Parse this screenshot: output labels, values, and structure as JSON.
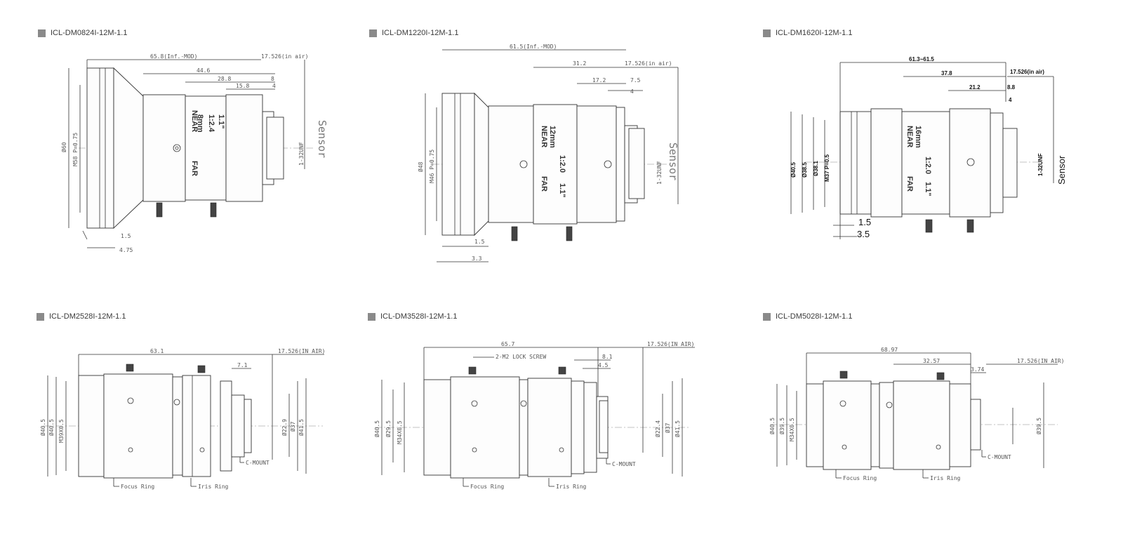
{
  "colors": {
    "title_square": "#8a8a8a",
    "line": "#333333",
    "dim_text": "#555555"
  },
  "panels": [
    {
      "title": "ICL-DM0824I-12M-1.1",
      "dims": {
        "overall": "65.8(Inf.-MOD)",
        "air": "17.526(in air)",
        "d1": "44.6",
        "d2": "28.8",
        "d3": "15.8",
        "d4": "8",
        "d5": "4",
        "dia": "Ø60",
        "thread": "M58 P=0.75",
        "mount": "1-32UNF",
        "b1": "1.5",
        "b2": "4.75",
        "sensor": "Sensor"
      },
      "engr": {
        "focal": "8mm",
        "aper": "1:2.4",
        "fmt": "1.1\"",
        "near": "NEAR",
        "far": "FAR"
      }
    },
    {
      "title": "ICL-DM1220I-12M-1.1",
      "dims": {
        "overall": "61.5(Inf.-MOD)",
        "air": "17.526(in air)",
        "d1": "31.2",
        "d2": "17.2",
        "d3": "7.5",
        "d4": "4",
        "dia": "Ø48",
        "thread": "M46 P=0.75",
        "mount": "1-32UNF",
        "b1": "1.5",
        "b2": "3.3",
        "sensor": "Sensor"
      },
      "engr": {
        "focal": "12mm",
        "aper": "1:2.0",
        "fmt": "1.1\"",
        "near": "NEAR",
        "far": "FAR"
      }
    },
    {
      "title": "ICL-DM1620I-12M-1.1",
      "dims": {
        "overall": "61.3~61.5",
        "air": "17.526(in air)",
        "d1": "37.8",
        "d2": "21.2",
        "d3": "8.8",
        "d4": "4",
        "dia1": "Ø40.5",
        "dia2": "Ø38.5",
        "dia3": "Ø38.1",
        "thread": "M37 P=0.5",
        "mount": "1-32UNF",
        "b1": "1.5",
        "b2": "3.5",
        "sensor": "Sensor"
      },
      "engr": {
        "focal": "16mm",
        "aper": "1:2.0",
        "fmt": "1.1\"",
        "near": "NEAR",
        "far": "FAR"
      }
    },
    {
      "title": "ICL-DM2528I-12M-1.1",
      "dims": {
        "overall": "63.1",
        "air": "17.526(IN AIR)",
        "d1": "7.1",
        "dia1": "Ø40.5",
        "dia2": "Ø40.5",
        "thread": "M39X0.5",
        "inner": "Ø22.9",
        "dia3": "Ø37",
        "dia4": "Ø41.5",
        "mount": "C-MOUNT",
        "focus": "Focus Ring",
        "iris": "Iris Ring"
      }
    },
    {
      "title": "ICL-DM3528I-12M-1.1",
      "dims": {
        "overall": "65.7",
        "air": "17.526(IN AIR)",
        "lock": "2-M2 LOCK SCREW",
        "d1": "8.1",
        "d2": "4.5",
        "dia1": "Ø40.5",
        "dia2": "Ø29.5",
        "thread": "M34X0.5",
        "inner": "Ø22.4",
        "dia3": "Ø37",
        "dia4": "Ø41.5",
        "mount": "C-MOUNT",
        "focus": "Focus Ring",
        "iris": "Iris Ring"
      }
    },
    {
      "title": "ICL-DM5028I-12M-1.1",
      "dims": {
        "overall": "68.97",
        "air": "17.526(IN AIR)",
        "d1": "32.57",
        "d2": "3.74",
        "dia1": "Ø40.5",
        "dia2": "Ø39.5",
        "thread": "M34X0.5",
        "dia3": "Ø39.5",
        "mount": "C-MOUNT",
        "focus": "Focus Ring",
        "iris": "Iris Ring"
      }
    }
  ]
}
